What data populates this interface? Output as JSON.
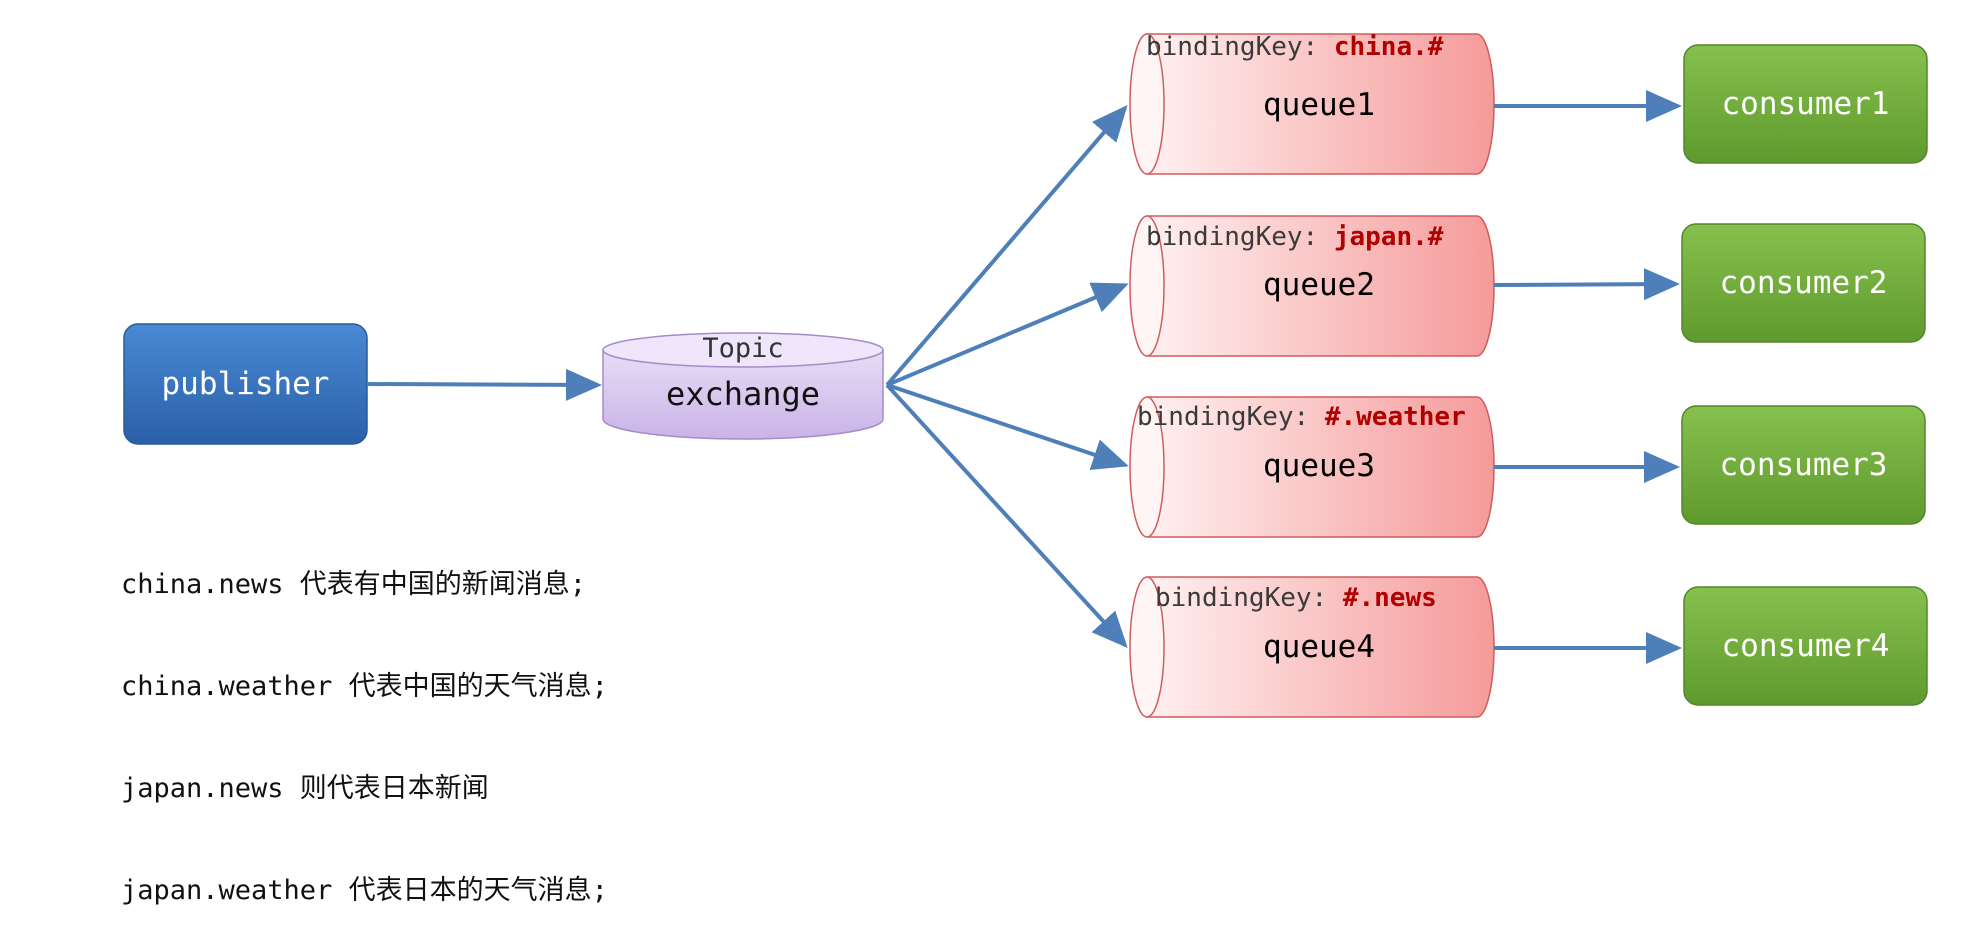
{
  "publisher": {
    "label": "publisher"
  },
  "exchange": {
    "type": "Topic",
    "name": "exchange"
  },
  "queues": [
    {
      "binding_prefix": "bindingKey: ",
      "pattern": "china.#",
      "name": "queue1"
    },
    {
      "binding_prefix": "bindingKey: ",
      "pattern": "japan.#",
      "name": "queue2"
    },
    {
      "binding_prefix": "bindingKey: ",
      "pattern": "#.weather",
      "name": "queue3"
    },
    {
      "binding_prefix": "bindingKey: ",
      "pattern": "#.news",
      "name": "queue4"
    }
  ],
  "consumers": [
    {
      "label": "consumer1"
    },
    {
      "label": "consumer2"
    },
    {
      "label": "consumer3"
    },
    {
      "label": "consumer4"
    }
  ],
  "notes": [
    "china.news 代表有中国的新闻消息;",
    "china.weather 代表中国的天气消息;",
    "japan.news 则代表日本新闻",
    "japan.weather 代表日本的天气消息;"
  ],
  "colors": {
    "publisher": "#2f6db5",
    "consumer": "#6ea83a",
    "queue": "#f7a7a7",
    "exchange": "#d9c8ef",
    "arrow": "#4f7fb8",
    "pattern": "#b00000"
  }
}
